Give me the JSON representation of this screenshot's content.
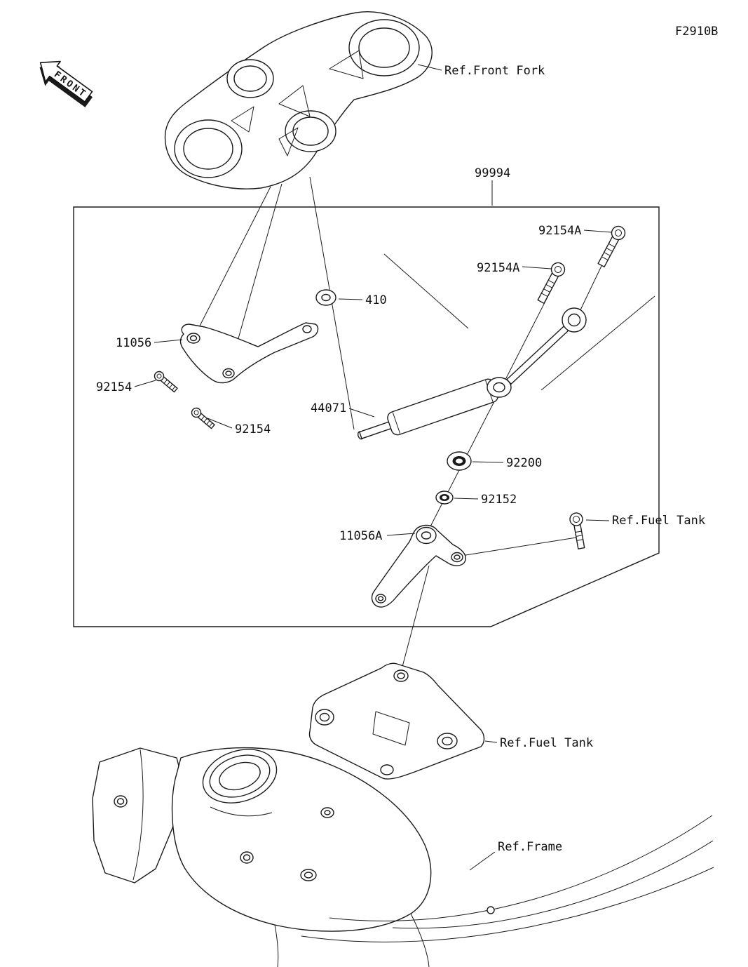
{
  "header": {
    "diagram_code": "F2910B",
    "front_indicator": "FRONT"
  },
  "callouts": {
    "ref_front_fork": "Ref.Front Fork",
    "kit_number": "99994",
    "bolt_92154a_upper": "92154A",
    "bolt_92154a_lower": "92154A",
    "washer_410": "410",
    "bracket_11056": "11056",
    "screw_92154_left": "92154",
    "screw_92154_bottom": "92154",
    "damper_44071": "44071",
    "damper_rubber_92200": "92200",
    "collar_92152": "92152",
    "bracket_11056a": "11056A",
    "ref_fuel_tank_bolt": "Ref.Fuel Tank",
    "ref_fuel_tank_bracket": "Ref.Fuel Tank",
    "ref_frame": "Ref.Frame"
  }
}
